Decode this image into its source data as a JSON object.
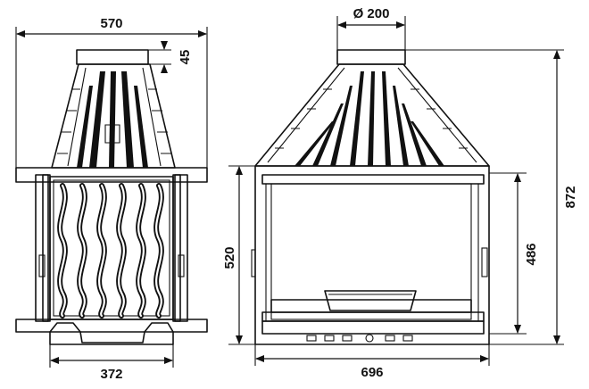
{
  "dimensions": {
    "front_width_top": "570",
    "front_collar_height": "45",
    "front_width_bottom": "372",
    "side_flue_diameter": "Ø 200",
    "side_total_height": "872",
    "side_opening_height": "520",
    "side_opening_height_inner": "486",
    "side_width_bottom": "696"
  }
}
